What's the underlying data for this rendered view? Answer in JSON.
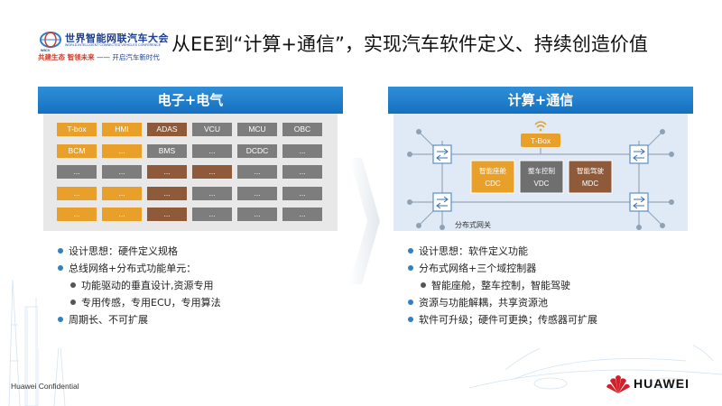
{
  "logo": {
    "cn": "世界智能网联汽车大会",
    "en": "WORLD INTELLIGENT CONNECTED VEHICLES CONFERENCE",
    "abbr": "WICV",
    "slogan_a": "共建生态 智领未来",
    "slogan_b": "—— 开启汽车新时代"
  },
  "title": "从EE到“计算+通信”，实现汽车软件定义、持续创造价值",
  "left": {
    "header": "电子+电气",
    "rows": [
      [
        {
          "t": "T-box",
          "c": "orange"
        },
        {
          "t": "HMI",
          "c": "orange"
        },
        {
          "t": "ADAS",
          "c": "brown"
        },
        {
          "t": "VCU",
          "c": "grey"
        },
        {
          "t": "MCU",
          "c": "grey"
        },
        {
          "t": "OBC",
          "c": "grey"
        }
      ],
      [
        {
          "t": "BCM",
          "c": "orange"
        },
        {
          "t": "...",
          "c": "orange"
        },
        {
          "t": "BMS",
          "c": "grey"
        },
        {
          "t": "...",
          "c": "grey"
        },
        {
          "t": "DCDC",
          "c": "grey"
        },
        {
          "t": "...",
          "c": "grey"
        }
      ],
      [
        {
          "t": "...",
          "c": "grey"
        },
        {
          "t": "...",
          "c": "grey"
        },
        {
          "t": "...",
          "c": "brown"
        },
        {
          "t": "...",
          "c": "brown"
        },
        {
          "t": "...",
          "c": "grey"
        },
        {
          "t": "...",
          "c": "grey"
        }
      ],
      [
        {
          "t": "...",
          "c": "orange"
        },
        {
          "t": "...",
          "c": "orange"
        },
        {
          "t": "...",
          "c": "brown"
        },
        {
          "t": "...",
          "c": "grey"
        },
        {
          "t": "...",
          "c": "grey"
        },
        {
          "t": "...",
          "c": "grey"
        }
      ],
      [
        {
          "t": "...",
          "c": "orange"
        },
        {
          "t": "...",
          "c": "orange"
        },
        {
          "t": "...",
          "c": "brown"
        },
        {
          "t": "...",
          "c": "grey"
        },
        {
          "t": "...",
          "c": "grey"
        },
        {
          "t": "...",
          "c": "grey"
        }
      ]
    ],
    "bullets": [
      {
        "text": "设计思想：硬件定义规格",
        "sub": false
      },
      {
        "text": "总线网络+分布式功能单元：",
        "sub": false
      },
      {
        "text": "功能驱动的垂直设计,资源专用",
        "sub": true
      },
      {
        "text": "专用传感，专用ECU，专用算法",
        "sub": true
      },
      {
        "text": "周期长、不可扩展",
        "sub": false
      }
    ]
  },
  "right": {
    "header": "计算+通信",
    "tbox": "T-Box",
    "gateway_label": "分布式网关",
    "domains": [
      {
        "name": "智能座舱",
        "abbr": "CDC",
        "color": "#e8a02a"
      },
      {
        "name": "整车控制",
        "abbr": "VDC",
        "color": "#6f6f6f"
      },
      {
        "name": "智能驾驶",
        "abbr": "MDC",
        "color": "#8e5a3a"
      }
    ],
    "bullets": [
      {
        "text": "设计思想：软件定义功能",
        "sub": false
      },
      {
        "text": "分布式网络+三个域控制器",
        "sub": false
      },
      {
        "text": "智能座舱，整车控制，智能驾驶",
        "sub": true
      },
      {
        "text": "资源与功能解耦，共享资源池",
        "sub": false
      },
      {
        "text": "软件可升级；硬件可更换；传感器可扩展",
        "sub": false
      }
    ]
  },
  "footer": "Huawei Confidential",
  "brand": "HUAWEI"
}
